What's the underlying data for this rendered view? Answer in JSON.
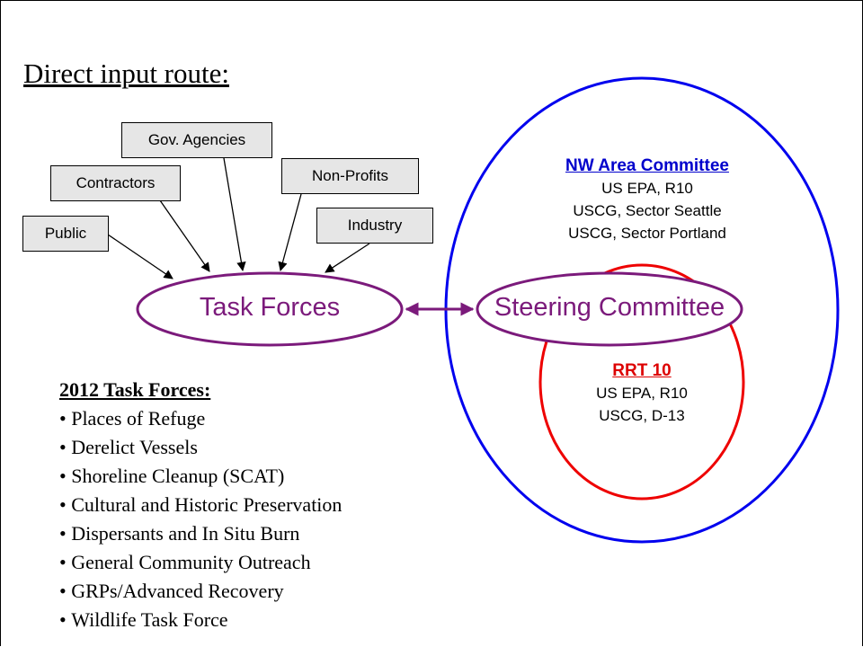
{
  "title": "Direct input route:",
  "inputs": {
    "gov_agencies": "Gov. Agencies",
    "contractors": "Contractors",
    "non_profits": "Non-Profits",
    "public": "Public",
    "industry": "Industry"
  },
  "task_forces_label": "Task Forces",
  "steering_committee_label": "Steering Committee",
  "nw_area_committee": {
    "heading": "NW Area Committee",
    "members": [
      "US EPA, R10",
      "USCG, Sector Seattle",
      "USCG, Sector Portland"
    ]
  },
  "rrt10": {
    "heading": "RRT 10",
    "members": [
      "US EPA, R10",
      "USCG, D-13"
    ]
  },
  "task_forces_2012": {
    "heading": "2012 Task Forces:",
    "items": [
      "Places of Refuge",
      "Derelict Vessels",
      "Shoreline Cleanup (SCAT)",
      "Cultural and Historic Preservation",
      "Dispersants and In Situ Burn",
      "General Community Outreach",
      "GRPs/Advanced Recovery",
      "Wildlife Task Force"
    ]
  },
  "colors": {
    "purple": "#7b1a7b",
    "blue": "#0000ee",
    "red": "#ee0000",
    "nw_heading": "#0000cc",
    "rrt_heading": "#dd0000",
    "box_fill": "#e6e6e6"
  }
}
